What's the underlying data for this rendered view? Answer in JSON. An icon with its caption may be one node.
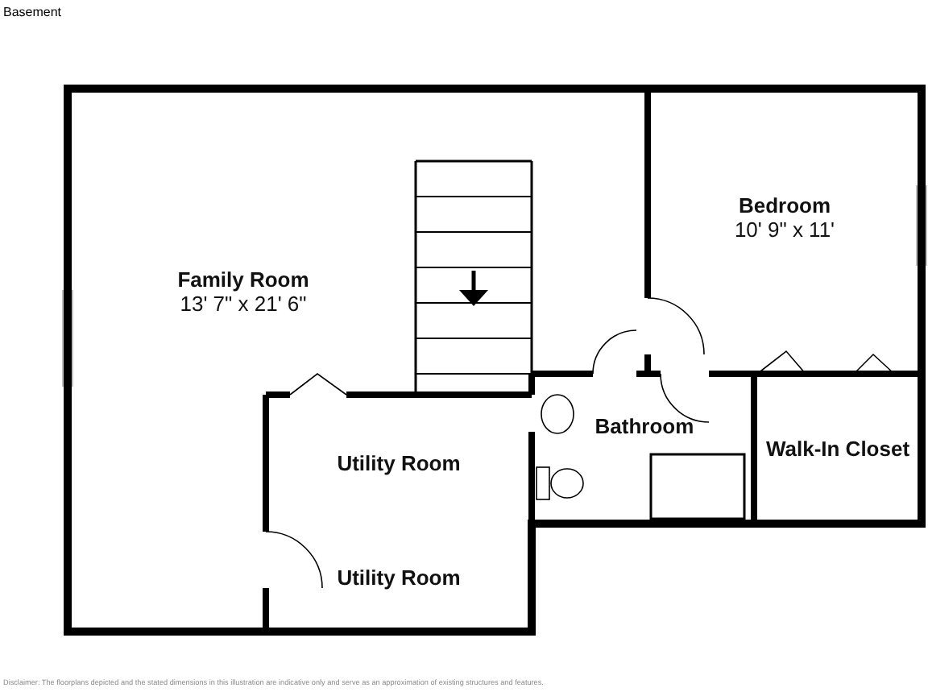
{
  "diagram": {
    "title": "Basement",
    "caption": "Disclaimer: The floorplans depicted and the stated dimensions in this illustration are indicative only and serve as an approximation of existing structures and features.",
    "nodes": [
      {
        "text": [
          "Family Room",
          "13' 7\" x 21' 6\""
        ]
      },
      {
        "text": [
          "Bedroom",
          "10' 9\" x 11'"
        ]
      },
      {
        "text": [
          "Bathroom"
        ]
      },
      {
        "text": [
          "Walk-In Closet"
        ]
      },
      {
        "text": [
          "Utility Room"
        ]
      },
      {
        "text": [
          "Utility Room"
        ]
      }
    ],
    "edges": []
  }
}
